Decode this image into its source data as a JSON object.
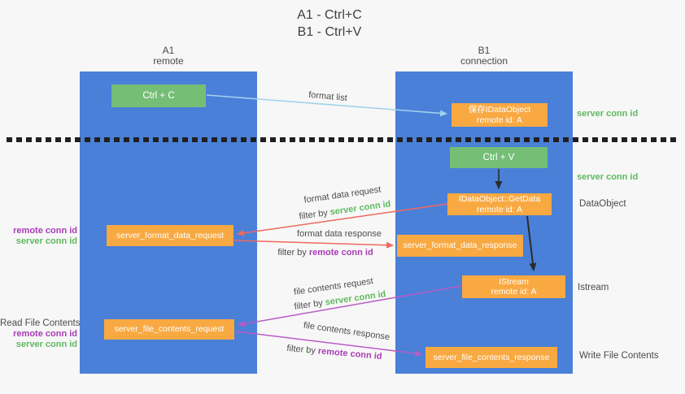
{
  "title": {
    "line1": "A1 - Ctrl+C",
    "line2": "B1 - Ctrl+V"
  },
  "lanes": {
    "left": {
      "name": "A1",
      "subtitle": "remote"
    },
    "right": {
      "name": "B1",
      "subtitle": "connection"
    }
  },
  "nodes": {
    "ctrl_c": {
      "label": "Ctrl + C"
    },
    "save_idataobject": {
      "line1": "保存IDataObject",
      "line2": "remote id: A"
    },
    "ctrl_v": {
      "label": "Ctrl + V"
    },
    "getdata": {
      "line1": "IDataObject::GetData",
      "line2": "remote id: A"
    },
    "format_request": {
      "label": "server_format_data_request"
    },
    "format_response": {
      "label": "server_format_data_response"
    },
    "istream": {
      "line1": "IStream",
      "line2": "remote id: A"
    },
    "file_request": {
      "label": "server_file_contents_request"
    },
    "file_response": {
      "label": "server_file_contents_response"
    }
  },
  "flow_labels": {
    "format_list": "format list",
    "format_data_request": "format data request",
    "format_data_response": "format data response",
    "file_contents_request": "file contents request",
    "file_contents_response": "file contents response",
    "filter_by": "filter by ",
    "server_conn_id": "server conn id",
    "remote_conn_id": "remote conn id"
  },
  "side_labels": {
    "server_conn_id_top": "server conn id",
    "server_conn_id_mid": "server conn id",
    "dataobject": "DataObject",
    "istream": "Istream",
    "write_file_contents": "Write File Contents",
    "read_file_contents": "Read File Contents",
    "remote_conn_id": "remote conn id",
    "server_conn_id": "server conn id"
  },
  "colors": {
    "lane_blue": "#4a80d8",
    "box_green": "#74bf75",
    "box_orange": "#f8a942",
    "arrow_light_blue": "#a3d1ed",
    "arrow_red": "#f0685f",
    "arrow_magenta": "#b85cc6",
    "arrow_black": "#2b2b2b",
    "text_green": "#5eb95e",
    "text_purple": "#a83cb5"
  }
}
